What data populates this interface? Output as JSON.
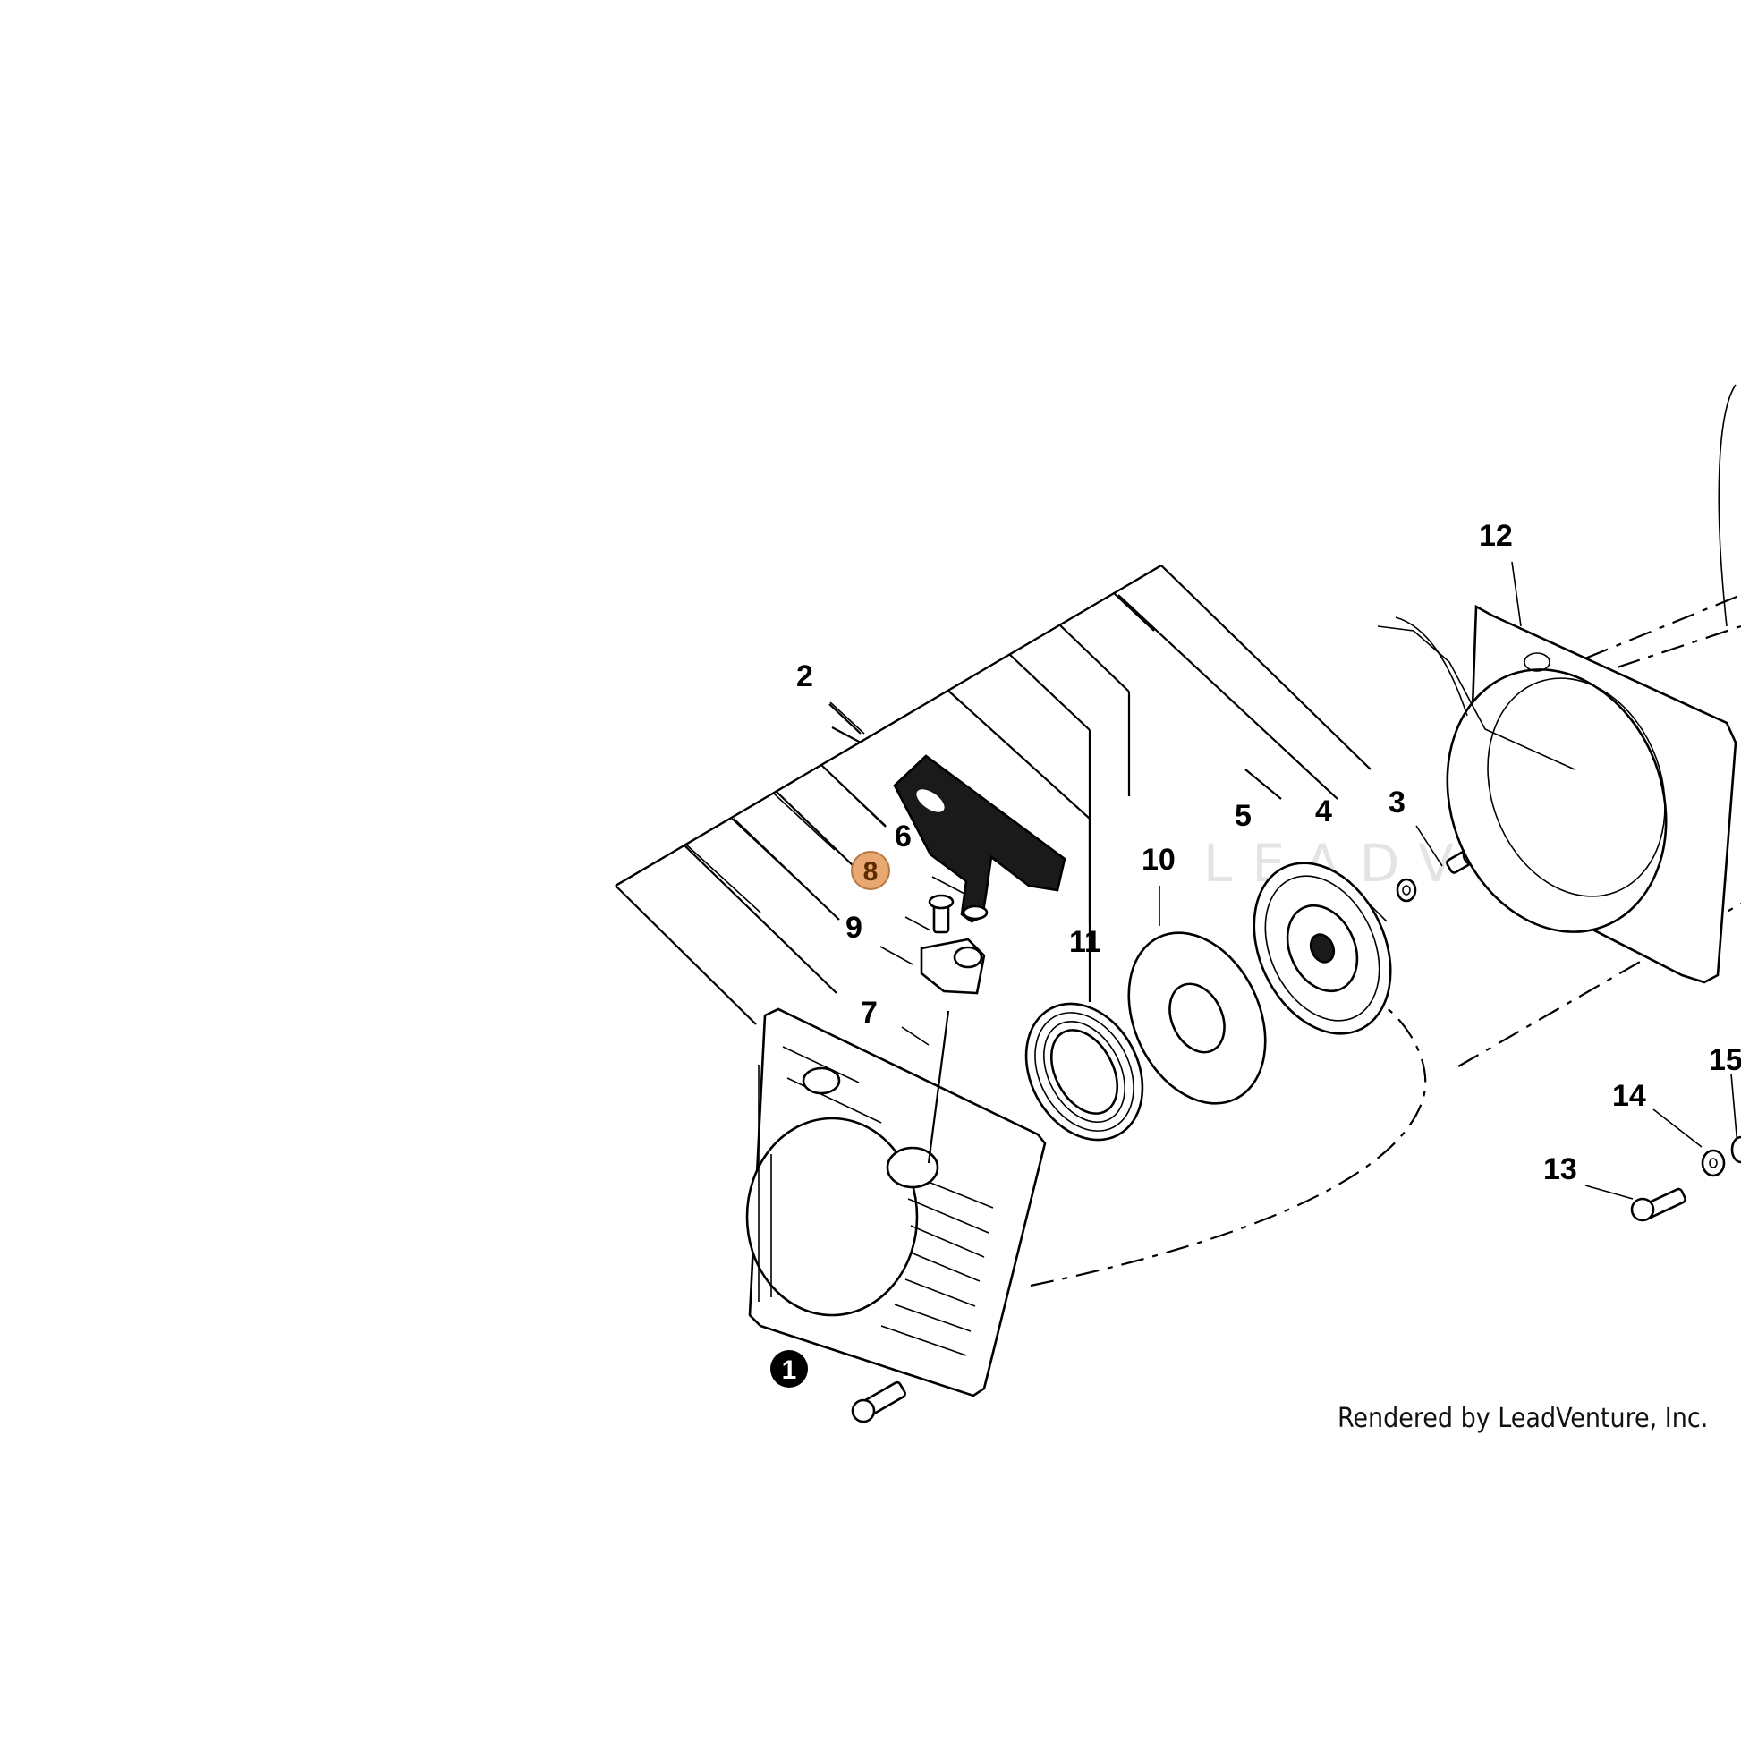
{
  "diagram": {
    "credit": "Rendered by LeadVenture, Inc.",
    "watermark": "LEADVENTURE",
    "highlight_color": "#e9a872",
    "callouts": [
      {
        "id": "1",
        "label": "1",
        "style": "inverted"
      },
      {
        "id": "2",
        "label": "2",
        "style": "plain"
      },
      {
        "id": "3",
        "label": "3",
        "style": "plain"
      },
      {
        "id": "4",
        "label": "4",
        "style": "plain"
      },
      {
        "id": "5",
        "label": "5",
        "style": "plain"
      },
      {
        "id": "6",
        "label": "6",
        "style": "plain"
      },
      {
        "id": "7",
        "label": "7",
        "style": "plain"
      },
      {
        "id": "8",
        "label": "8",
        "style": "highlighted"
      },
      {
        "id": "9",
        "label": "9",
        "style": "plain"
      },
      {
        "id": "10",
        "label": "10",
        "style": "plain"
      },
      {
        "id": "11",
        "label": "11",
        "style": "plain"
      },
      {
        "id": "12",
        "label": "12",
        "style": "plain"
      },
      {
        "id": "13",
        "label": "13",
        "style": "plain"
      },
      {
        "id": "14",
        "label": "14",
        "style": "plain"
      },
      {
        "id": "15",
        "label": "15",
        "style": "plain"
      }
    ]
  }
}
